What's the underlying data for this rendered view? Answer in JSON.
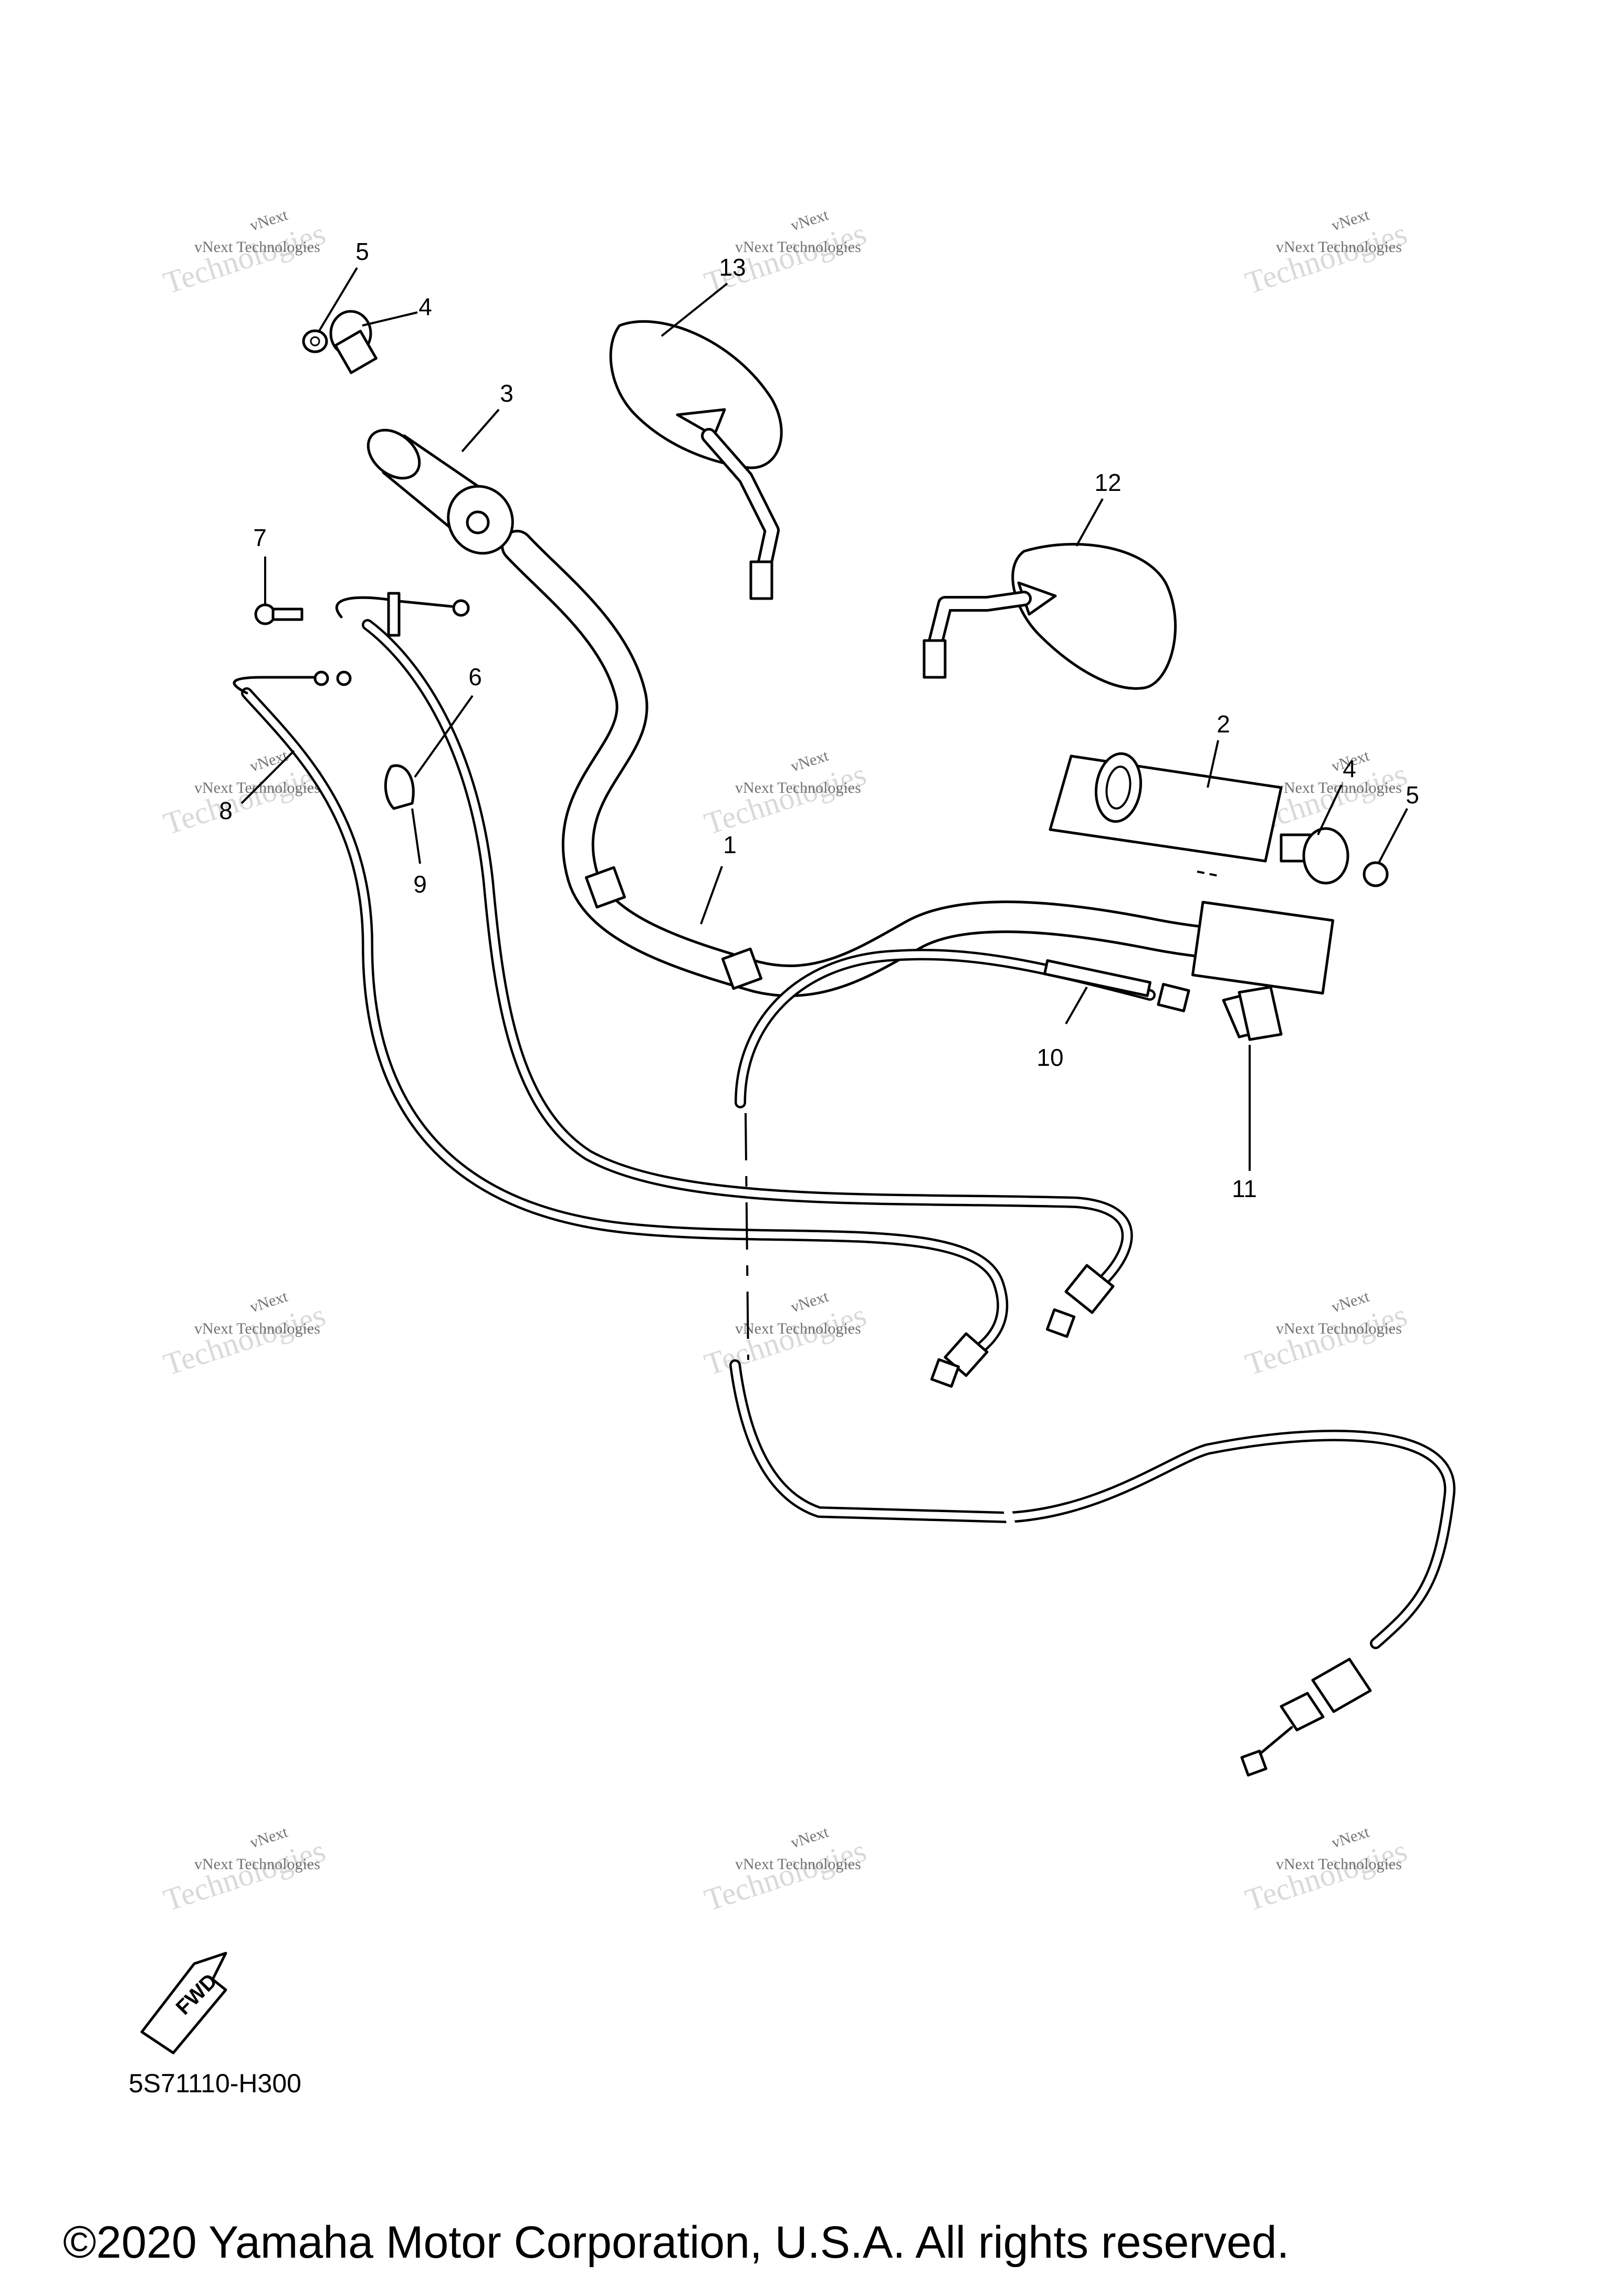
{
  "diagram_code": "5S71110-H300",
  "copyright": "©2020 Yamaha Motor Corporation, U.S.A. All rights reserved.",
  "direction_badge": "FWD",
  "watermark": {
    "line1": "vNext",
    "line2": "vNext Technologies",
    "line3": "Technologies"
  },
  "callouts": {
    "c1": "1",
    "c2": "2",
    "c3": "3",
    "c4a": "4",
    "c4b": "4",
    "c5a": "5",
    "c5b": "5",
    "c6": "6",
    "c7": "7",
    "c8": "8",
    "c9": "9",
    "c10": "10",
    "c11": "11",
    "c12": "12",
    "c13": "13"
  }
}
